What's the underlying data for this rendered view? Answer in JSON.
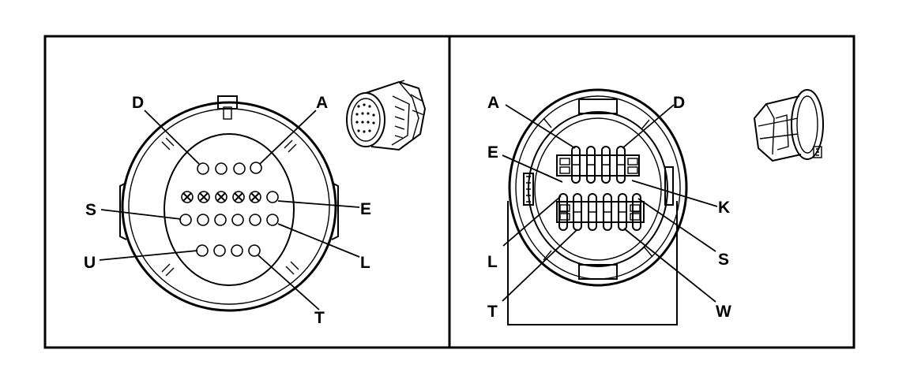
{
  "left_connector": {
    "labels": {
      "D": "D",
      "A": "A",
      "E": "E",
      "S": "S",
      "L": "L",
      "U": "U",
      "T": "T"
    }
  },
  "right_connector": {
    "labels": {
      "A": "A",
      "D": "D",
      "E": "E",
      "K": "K",
      "L": "L",
      "S": "S",
      "T": "T",
      "W": "W"
    }
  }
}
